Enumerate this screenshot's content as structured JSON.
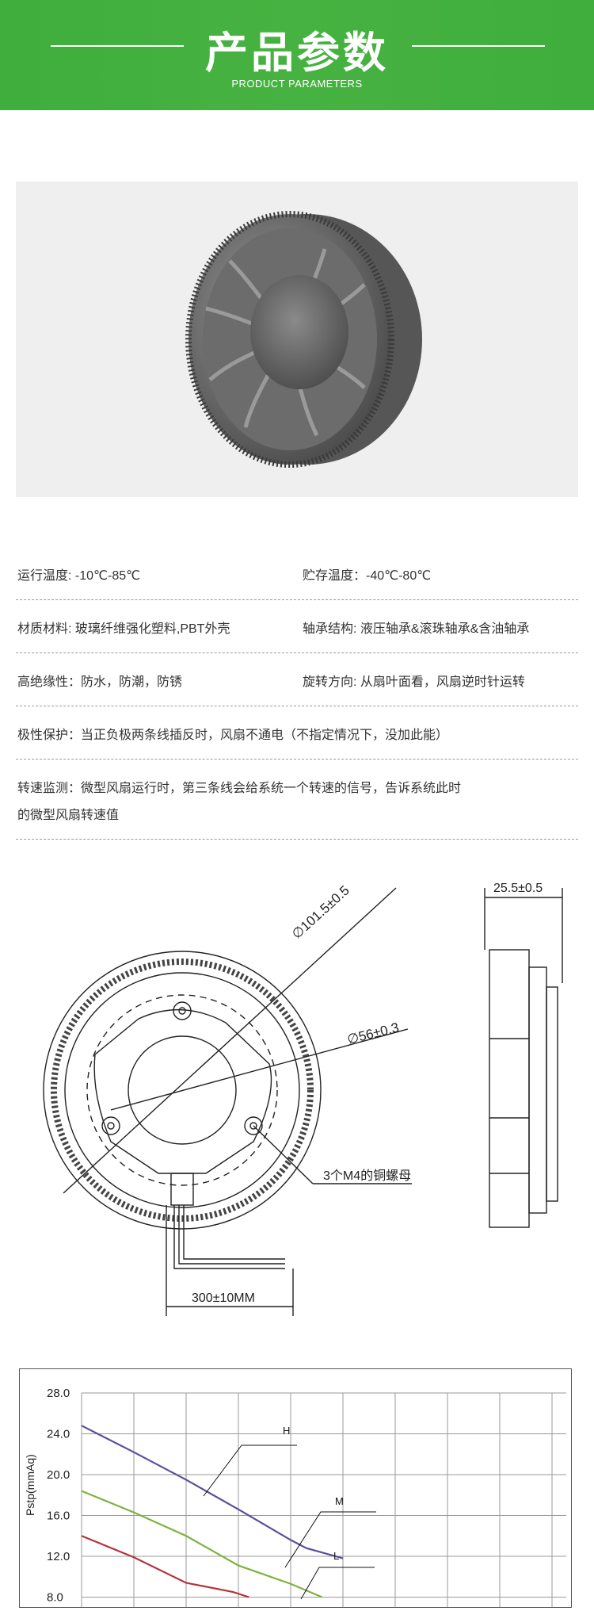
{
  "banner": {
    "title": "产品参数",
    "subtitle": "PRODUCT PARAMETERS",
    "bg_color": "#46b241"
  },
  "specs": [
    {
      "left": "运行温度: -10℃-85℃",
      "right": "贮存温度：-40℃-80℃"
    },
    {
      "left": "材质材料: 玻璃纤维强化塑料,PBT外壳",
      "right": "轴承结构: 液压轴承&滚珠轴承&含油轴承"
    },
    {
      "left": "高绝缘性：防水，防潮，防锈",
      "right": "旋转方向: 从扇叶面看，风扇逆时针运转"
    },
    {
      "full": "极性保护：当正负极两条线插反时，风扇不通电（不指定情况下，没加此能）"
    },
    {
      "full_line1": "转速监测：微型风扇运行时，第三条线会给系统一个转速的信号，告诉系统此时",
      "full_line2": "的微型风扇转速值"
    }
  ],
  "drawing": {
    "dim_outer": "∅101.5±0.5",
    "dim_inner": "∅56±0.3",
    "nut_label": "3个M4的铜螺母",
    "cable_label": "300±10MM",
    "thickness_label": "25.5±0.5"
  },
  "chart_data": {
    "type": "line",
    "ylabel": "Pstp(mmAq)",
    "yticks": [
      "28.0",
      "24.0",
      "20.0",
      "16.0",
      "12.0",
      "8.0"
    ],
    "ylim": [
      8,
      28
    ],
    "series": [
      {
        "name": "H",
        "color": "#5a4f9c",
        "x": [
          0,
          1,
          2,
          3,
          4,
          4.3,
          5
        ],
        "y": [
          24.8,
          22.2,
          19.5,
          16.6,
          13.6,
          12.8,
          11.8
        ]
      },
      {
        "name": "M",
        "color": "#7fb241",
        "x": [
          0,
          1,
          2,
          3,
          4,
          4.6
        ],
        "y": [
          18.4,
          16.3,
          14,
          11.1,
          9.3,
          8.0
        ]
      },
      {
        "name": "L",
        "color": "#b2343a",
        "x": [
          0,
          1,
          2,
          2.9,
          3.2
        ],
        "y": [
          14,
          11.9,
          9.4,
          8.5,
          8.0
        ]
      }
    ]
  }
}
